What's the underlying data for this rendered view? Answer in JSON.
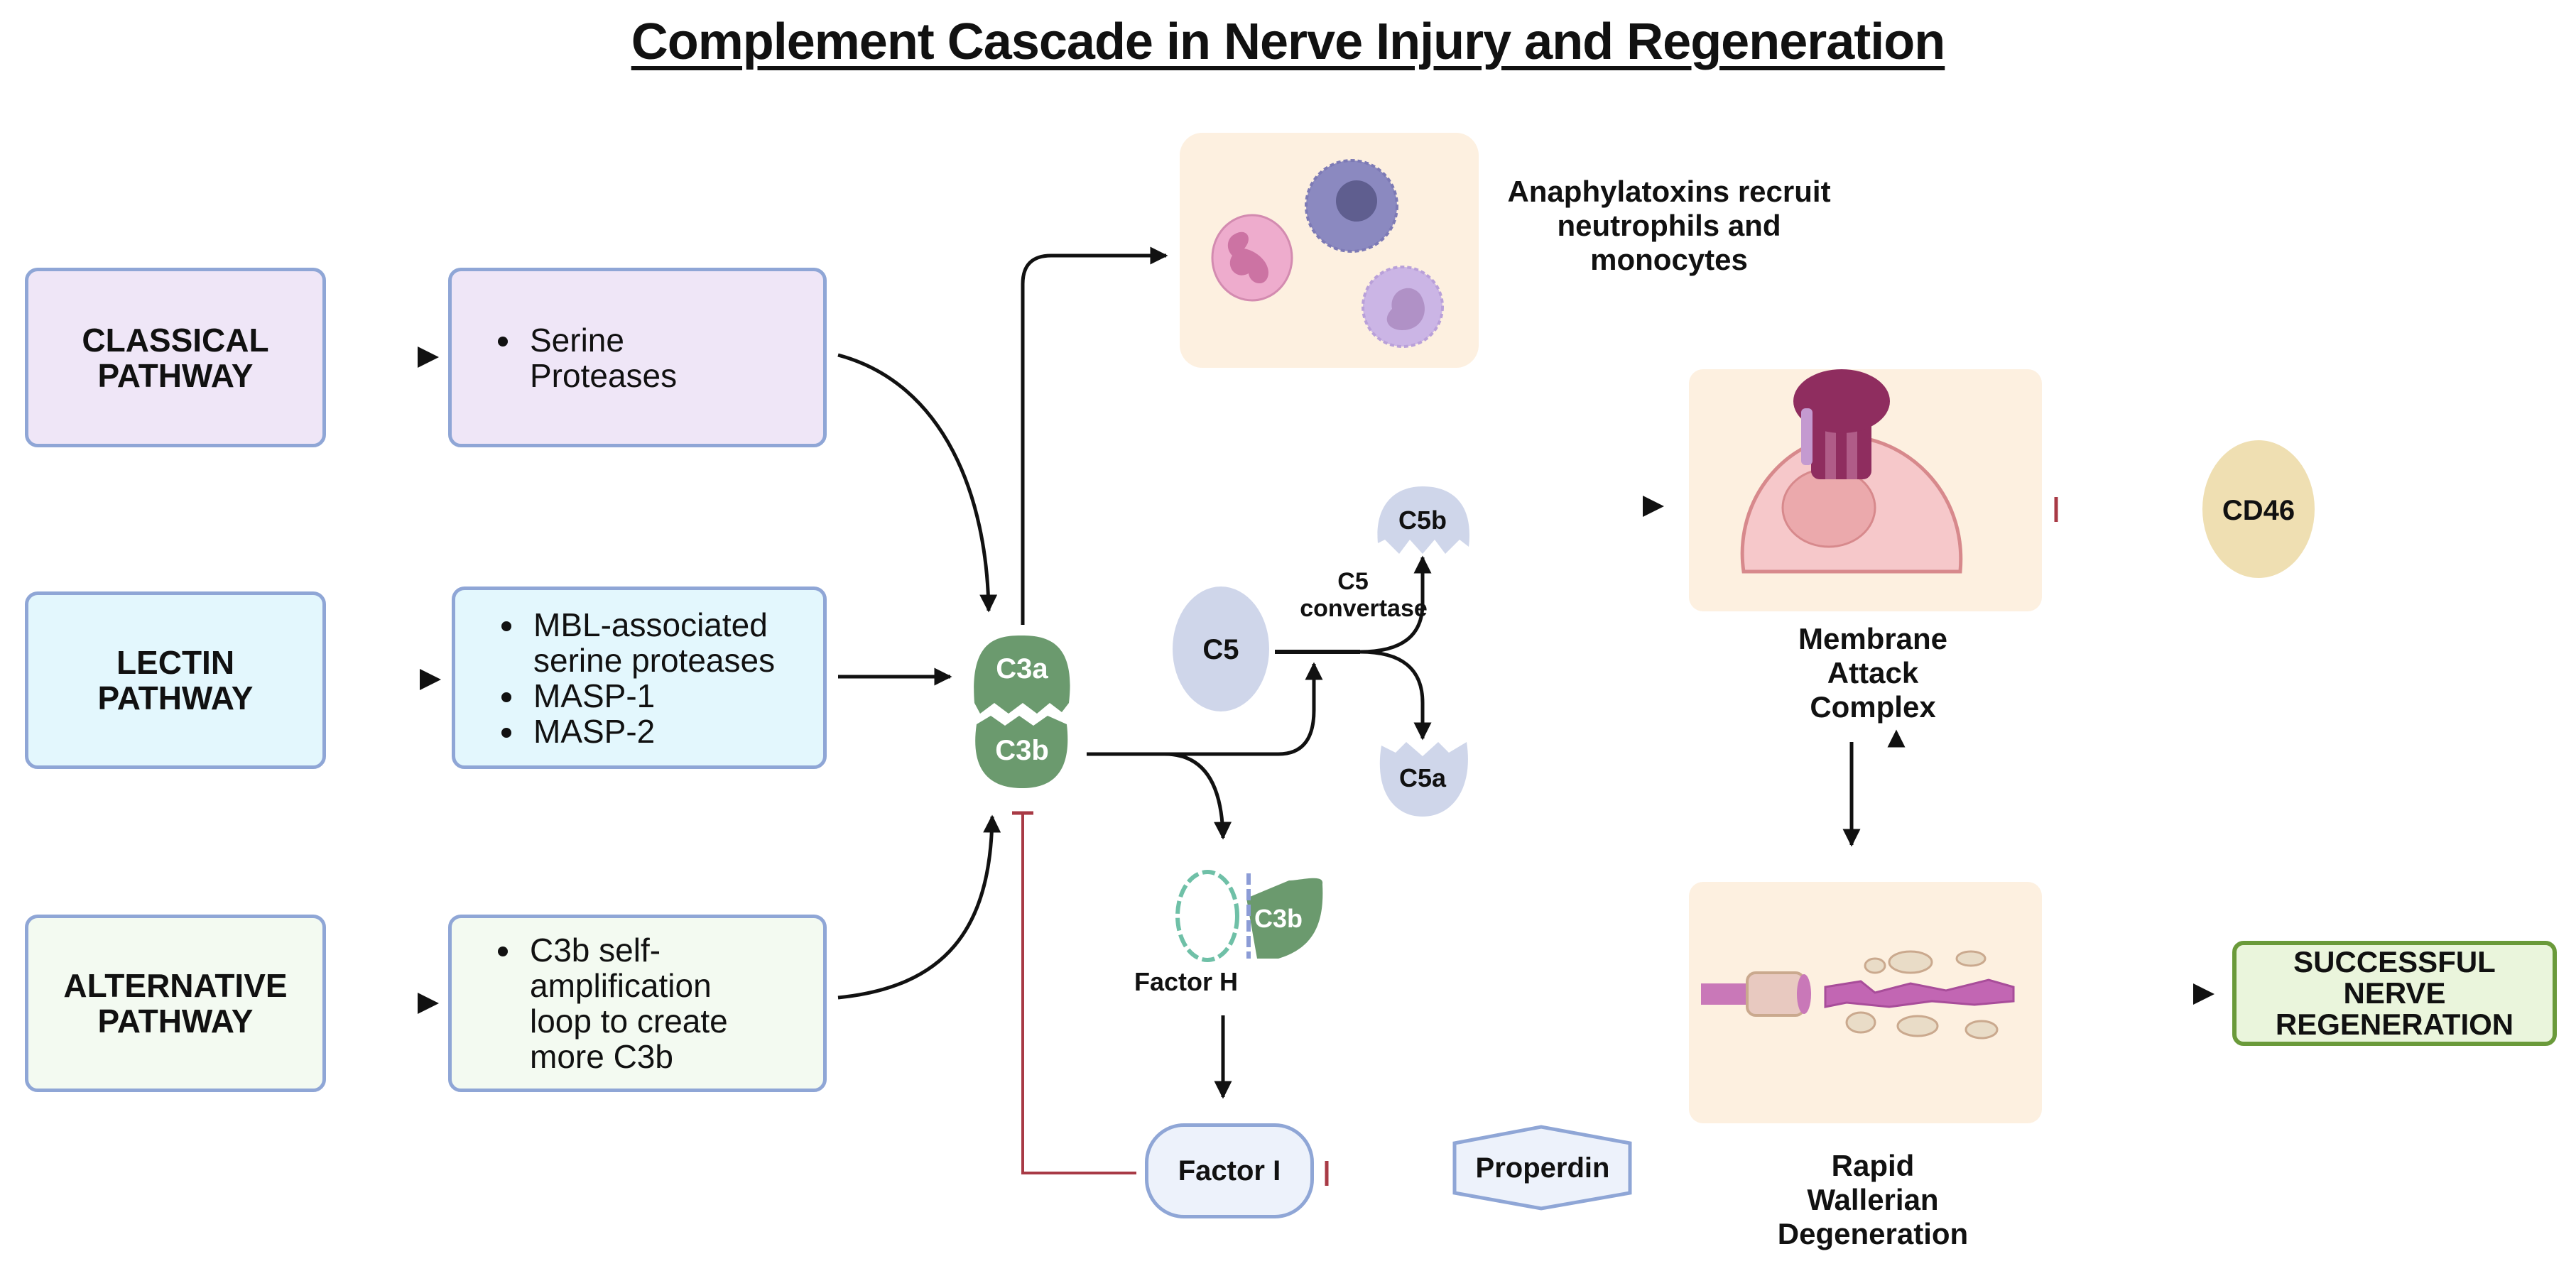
{
  "title": "Complement Cascade in Nerve Injury and Regeneration",
  "pathways": [
    {
      "label": "CLASSICAL\nPATHWAY",
      "line1": "CLASSICAL",
      "line2": "PATHWAY",
      "color": "#efe6f7",
      "details": [
        "Serine Proteases"
      ]
    },
    {
      "label": "LECTIN\nPATHWAY",
      "line1": "LECTIN",
      "line2": "PATHWAY",
      "color": "#e3f7fd",
      "details": [
        "MBL-associated serine proteases",
        "MASP-1",
        "MASP-2"
      ]
    },
    {
      "label": "ALTERNATIVE\nPATHWAY",
      "line1": "ALTERNATIVE",
      "line2": "PATHWAY",
      "color": "#f3faf1",
      "details": [
        "C3b self-amplification loop to create more C3b"
      ]
    }
  ],
  "c3": {
    "c3a": "C3a",
    "c3b": "C3b",
    "color": "#6b9a6e"
  },
  "anaphylatoxins": {
    "line1": "Anaphylatoxins recruit",
    "line2": "neutrophils and",
    "line3": "monocytes"
  },
  "c5": {
    "c5": "C5",
    "c5b": "C5b",
    "c5a": "C5a",
    "convertase_line1": "C5",
    "convertase_line2": "convertase",
    "color": "#cfd6ea"
  },
  "mac": {
    "line1": "Membrane",
    "line2": "Attack",
    "line3": "Complex"
  },
  "cd46": {
    "label": "CD46",
    "color": "#efdfb2"
  },
  "factor_h": {
    "label": "Factor H",
    "c3b": "C3b"
  },
  "factor_i": {
    "label": "Factor I"
  },
  "properdin": {
    "label": "Properdin"
  },
  "wallerian": {
    "line1": "Rapid",
    "line2": "Wallerian",
    "line3": "Degeneration"
  },
  "outcome": {
    "line1": "SUCCESSFUL",
    "line2": "NERVE",
    "line3": "REGENERATION"
  },
  "colors": {
    "inhibit": "#a83a45",
    "arrow": "#111111",
    "box_border": "#8fa6d6",
    "image_bg": "#fdf0e0",
    "outcome_border": "#6a9a3a"
  }
}
